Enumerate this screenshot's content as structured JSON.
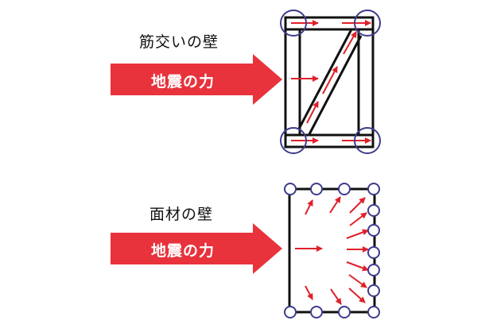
{
  "colors": {
    "force_arrow": "#e8323c",
    "frame": "#111111",
    "joint_circle": "#3c3c8c",
    "force_vector": "#e0202a"
  },
  "panels": [
    {
      "title": "筋交いの壁",
      "force_label": "地震の力",
      "type": "braced-wall"
    },
    {
      "title": "面材の壁",
      "force_label": "地震の力",
      "type": "panel-wall"
    }
  ]
}
